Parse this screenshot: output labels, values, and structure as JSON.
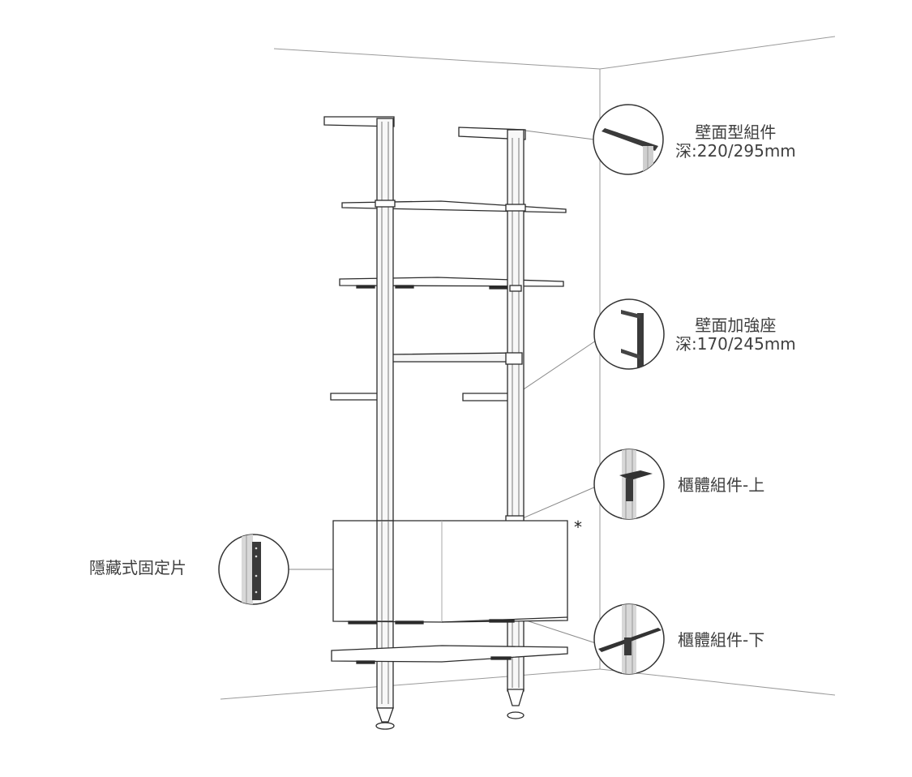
{
  "callouts": {
    "wall_bracket": {
      "title": "壁面型組件",
      "spec": "深:220/295mm"
    },
    "wall_reinforcement": {
      "title": "壁面加強座",
      "spec": "深:170/245mm"
    },
    "cabinet_upper": {
      "title": "櫃體組件-上"
    },
    "cabinet_lower": {
      "title": "櫃體組件-下"
    },
    "hidden_fixing": {
      "title": "隱藏式固定片"
    }
  },
  "footnote_mark": "*"
}
